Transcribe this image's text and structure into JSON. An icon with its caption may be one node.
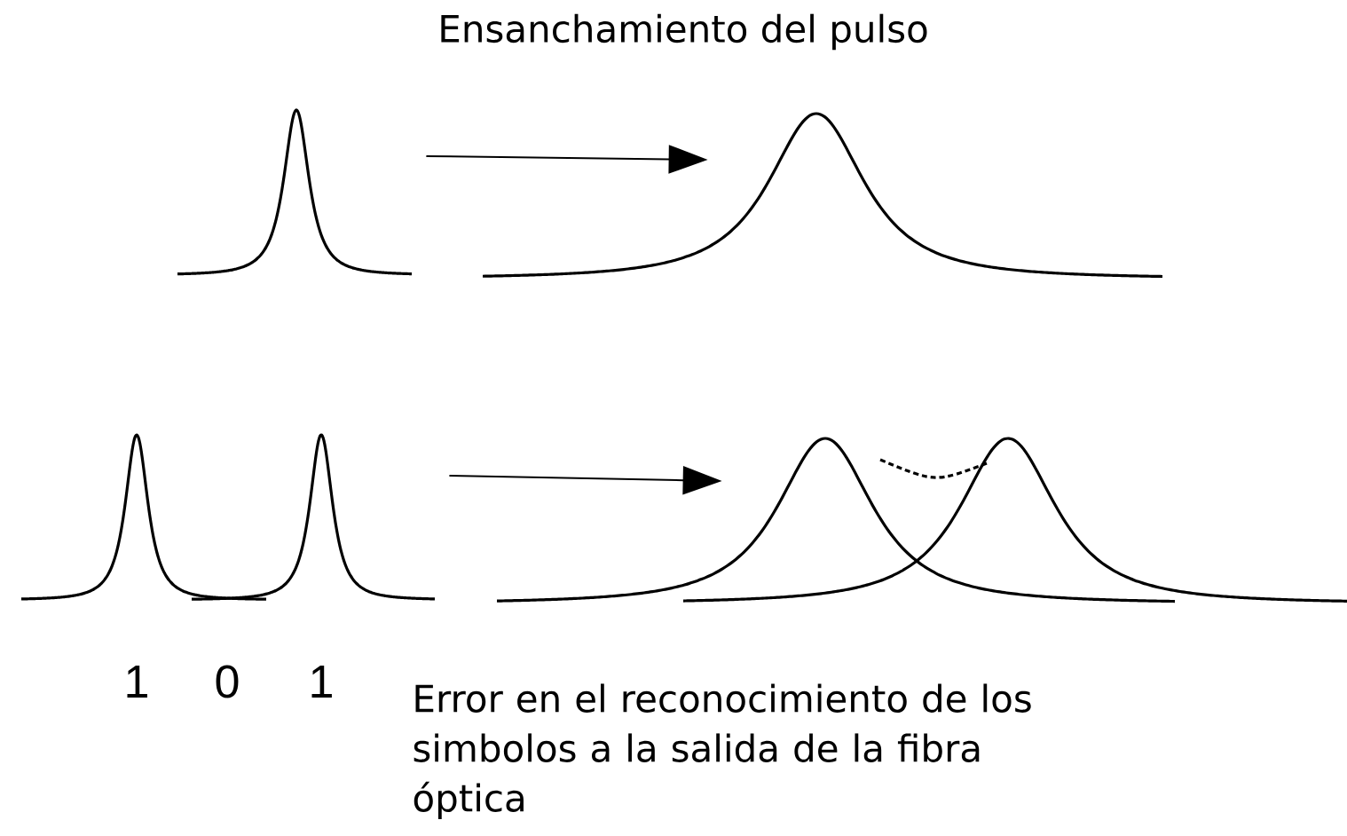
{
  "diagram": {
    "title": "Ensanchamiento del pulso",
    "nodes": [
      {
        "text": [],
        "shape": "picture"
      },
      {
        "text": [],
        "shape": "picture"
      },
      {
        "text": [],
        "shape": "picture"
      },
      {
        "text": [],
        "shape": "picture"
      }
    ],
    "edges": [
      {
        "from": 0,
        "to": 1,
        "arrow": "to"
      },
      {
        "from": 2,
        "to": 3,
        "arrow": "to"
      }
    ],
    "labels": [
      "1",
      "0",
      "1",
      "Error en el reconocimiento de los simbolos a la salida de la fibra óptica"
    ]
  }
}
